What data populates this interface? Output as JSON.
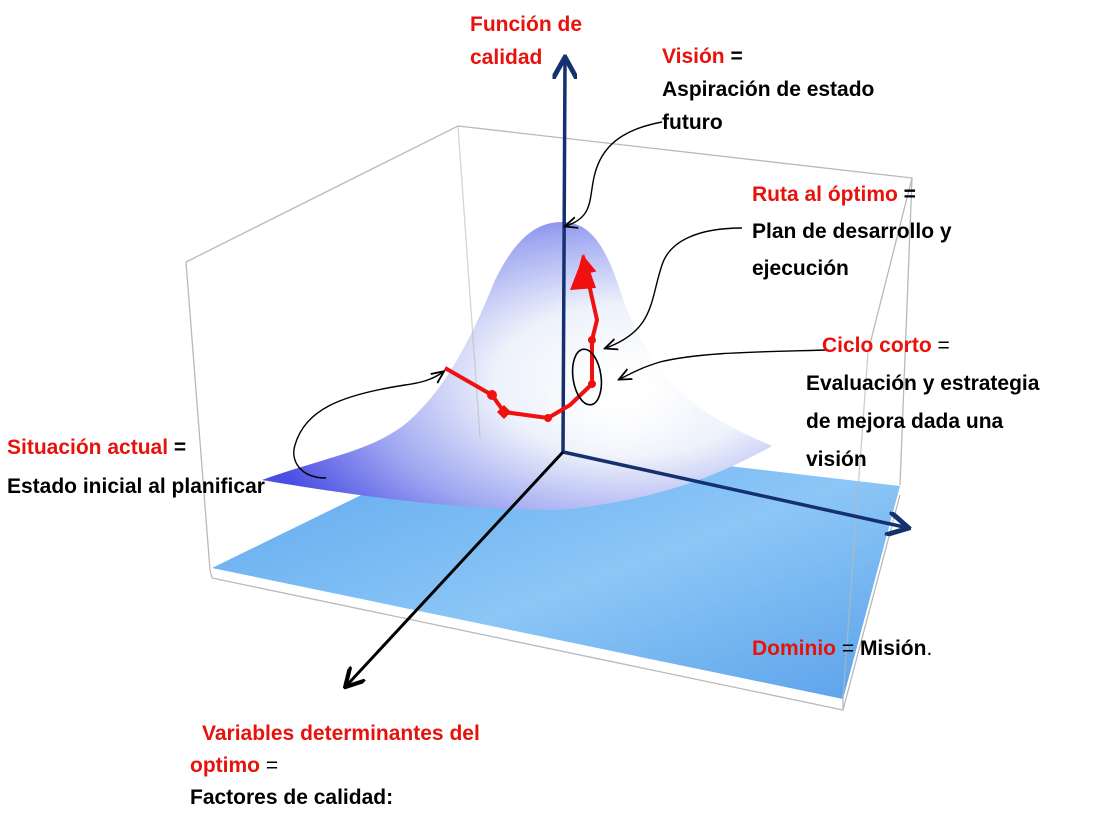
{
  "labels": {
    "funcion": {
      "line1": "Función de",
      "line2": "calidad"
    },
    "vision": {
      "title": "Visión",
      "eq": " =",
      "line1": "Aspiración de estado",
      "line2": "futuro"
    },
    "ruta": {
      "title": "Ruta al óptimo",
      "eq": " =",
      "line1": "Plan de desarrollo y",
      "line2": "ejecución"
    },
    "ciclo": {
      "title": "Ciclo corto",
      "eq": " =",
      "line1": "Evaluación y estrategia",
      "line2": "de mejora dada una",
      "line3": "visión"
    },
    "situacion": {
      "title": "Situación actual",
      "eq": " =",
      "line1": "Estado inicial al planificar"
    },
    "dominio": {
      "title": "Dominio",
      "eq": " = ",
      "value": "Misión",
      "end": "."
    },
    "variables": {
      "line1": "Variables determinantes del",
      "line2": "optimo",
      "eq": " =",
      "line3": "Factores de calidad:"
    }
  },
  "colors": {
    "label_red": "#e8120c",
    "axis_blue": "#14306e",
    "path_red": "#f01010",
    "surface_floor": "#6eb4f2",
    "surface_peak": "#6f6ef0"
  }
}
